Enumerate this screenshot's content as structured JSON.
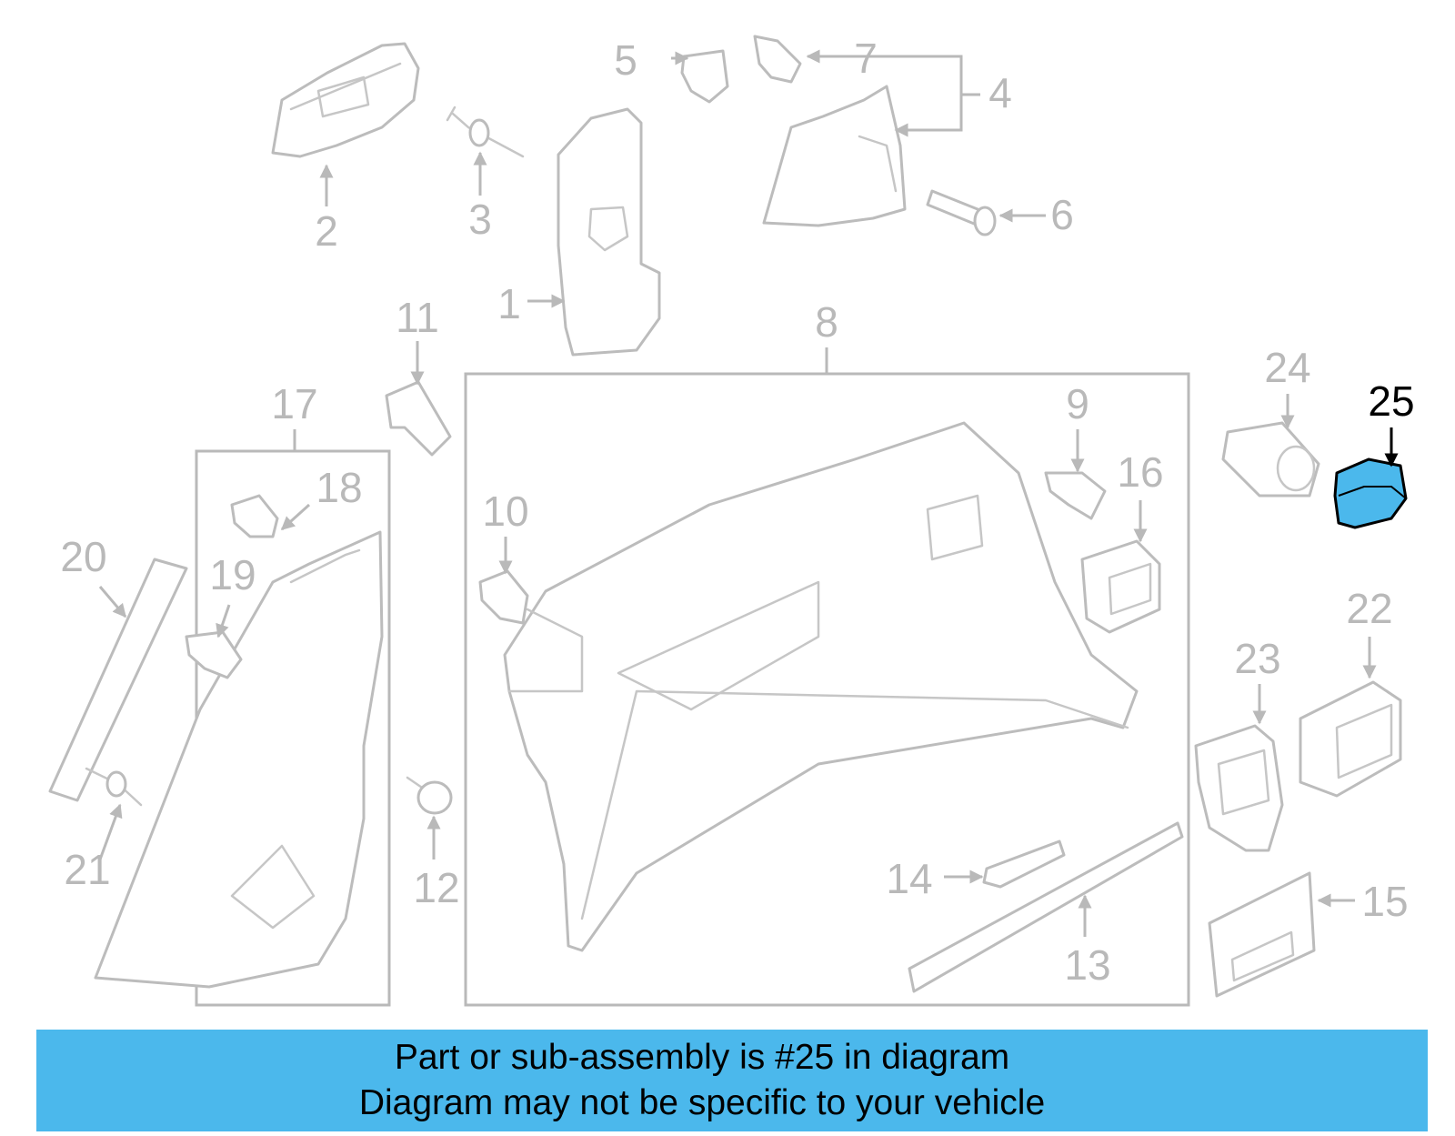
{
  "callouts": {
    "c1": "1",
    "c2": "2",
    "c3": "3",
    "c4": "4",
    "c5": "5",
    "c6": "6",
    "c7": "7",
    "c8": "8",
    "c9": "9",
    "c10": "10",
    "c11": "11",
    "c12": "12",
    "c13": "13",
    "c14": "14",
    "c15": "15",
    "c16": "16",
    "c17": "17",
    "c18": "18",
    "c19": "19",
    "c20": "20",
    "c21": "21",
    "c22": "22",
    "c23": "23",
    "c24": "24",
    "c25": "25"
  },
  "highlight": {
    "part_number": "25",
    "color": "#4bb8ec"
  },
  "banner": {
    "line1": "Part or sub-assembly is #25 in diagram",
    "line2": "Diagram may not be specific to your vehicle",
    "background": "#4bb8ec"
  }
}
